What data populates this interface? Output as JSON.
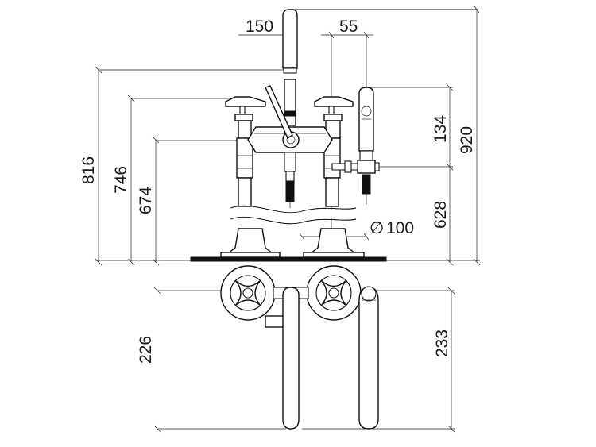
{
  "drawing": {
    "dimensions": {
      "d150": "150",
      "d55": "55",
      "d134": "134",
      "d920": "920",
      "d816": "816",
      "d746": "746",
      "d674": "674",
      "d628": "628",
      "d100": "100",
      "d226": "226",
      "d233": "233"
    },
    "diameter_symbol": "∅"
  }
}
